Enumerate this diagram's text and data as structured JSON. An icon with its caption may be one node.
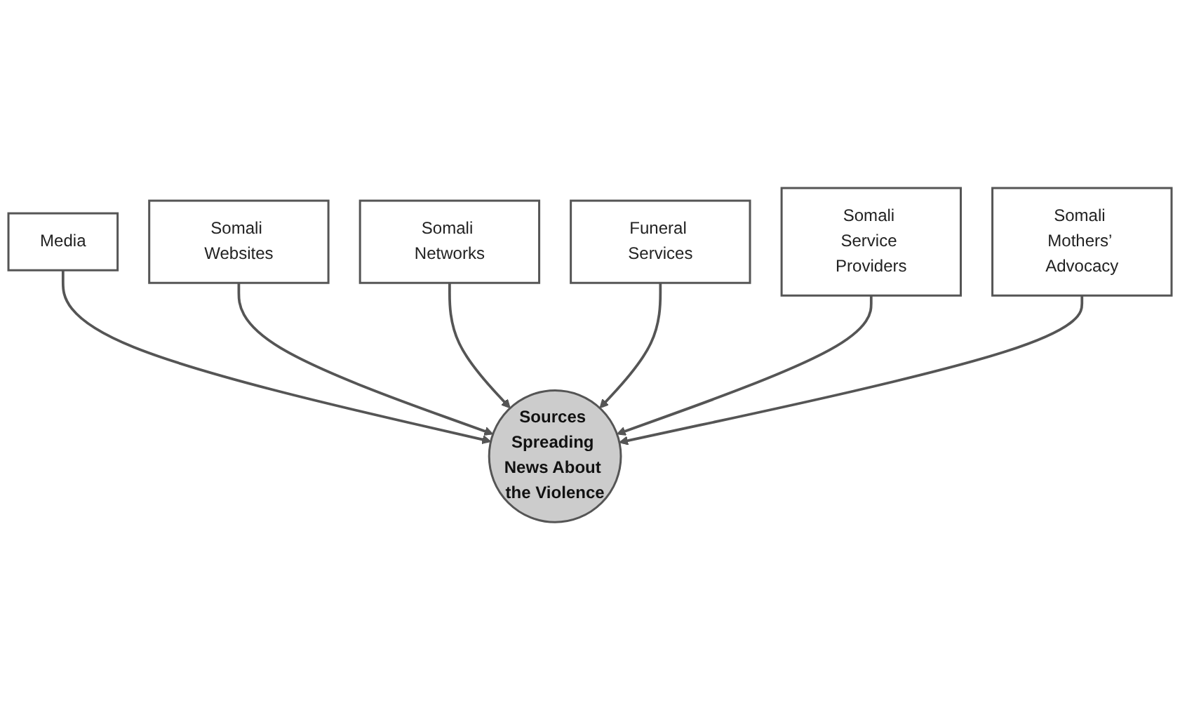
{
  "diagram": {
    "nodes": [
      {
        "text": [
          "Media"
        ]
      },
      {
        "text": [
          "Somali Websites"
        ]
      },
      {
        "text": [
          "Somali Networks"
        ]
      },
      {
        "text": [
          "Funeral Services"
        ]
      },
      {
        "text": [
          "Somali Service Providers"
        ]
      },
      {
        "text": [
          "Somali Mothers’ Advocacy"
        ]
      },
      {
        "text": [
          "Sources Spreading News About the Violence"
        ]
      }
    ],
    "edges": [
      {
        "from": 0,
        "to": 6,
        "arrow": "to"
      },
      {
        "from": 1,
        "to": 6,
        "arrow": "to"
      },
      {
        "from": 2,
        "to": 6,
        "arrow": "to"
      },
      {
        "from": 3,
        "to": 6,
        "arrow": "to"
      },
      {
        "from": 4,
        "to": 6,
        "arrow": "to"
      },
      {
        "from": 5,
        "to": 6,
        "arrow": "to"
      }
    ]
  }
}
